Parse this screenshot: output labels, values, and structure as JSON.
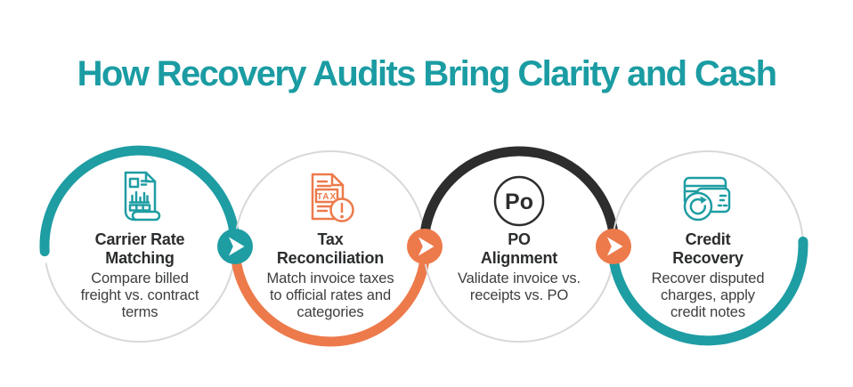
{
  "title": {
    "text": "How Recovery Audits Bring Clarity and Cash"
  },
  "colors": {
    "teal": "#1E9DA3",
    "orange": "#ED7A4B",
    "black": "#2D2D2D",
    "track_gray": "#D8D8D8",
    "title_text": "#1B9CA3",
    "heading_text": "#2B2D2E",
    "body_text": "#3C3E3F"
  },
  "icon_labels": {
    "tax": "TAX",
    "po": "Po"
  },
  "steps": [
    {
      "id": "carrier-rate-matching",
      "icon": "freight-invoice-icon",
      "accent": "teal",
      "arc_variant": "top_caps_left",
      "title_lines": [
        "Carrier Rate",
        "Matching"
      ],
      "description_lines": [
        "Compare billed",
        "freight vs. contract",
        "terms"
      ]
    },
    {
      "id": "tax-reconciliation",
      "icon": "tax-document-icon",
      "accent": "orange",
      "arc_variant": "bottom_full",
      "title_lines": [
        "Tax",
        "Reconciliation"
      ],
      "description_lines": [
        "Match invoice taxes",
        "to official rates and",
        "categories"
      ]
    },
    {
      "id": "po-alignment",
      "icon": "po-badge-icon",
      "accent": "black",
      "arc_variant": "top_full",
      "title_lines": [
        "PO",
        "Alignment"
      ],
      "description_lines": [
        "Validate invoice vs.",
        "receipts vs. PO"
      ]
    },
    {
      "id": "credit-recovery",
      "icon": "credit-cards-refresh-icon",
      "accent": "teal",
      "arc_variant": "bottom_caps_right",
      "title_lines": [
        "Credit",
        "Recovery"
      ],
      "description_lines": [
        "Recover disputed",
        "charges, apply",
        "credit notes"
      ]
    }
  ],
  "connectors": [
    {
      "color": "teal"
    },
    {
      "color": "orange"
    },
    {
      "color": "orange"
    }
  ]
}
